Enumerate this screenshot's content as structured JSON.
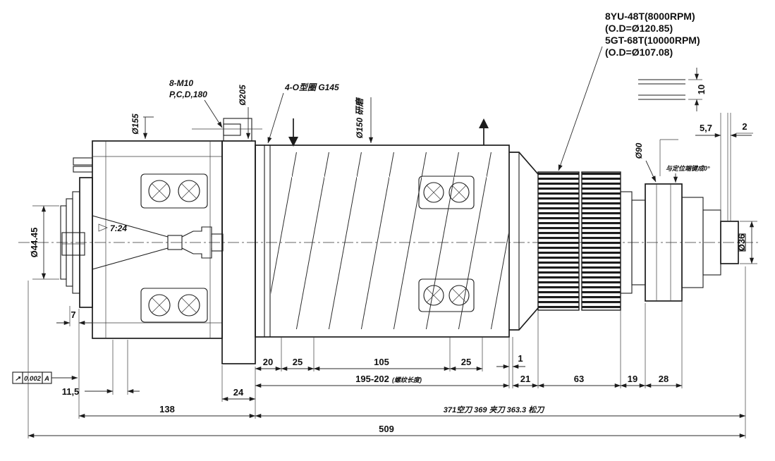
{
  "drawing": {
    "annotations": {
      "pulley_spec_1": "8YU-48T(8000RPM)",
      "pulley_spec_2": "(O.D=Ø120.85)",
      "pulley_spec_3": "5GT-68T(10000RPM)",
      "pulley_spec_4": "(O.D=Ø107.08)",
      "bolt_pattern_1": "8-M10",
      "bolt_pattern_2": "P,C,D,180",
      "oring_note": "4-O型圈 G145",
      "taper": "7:24",
      "key_alignment_note": "与定位端键成0°",
      "tool_state_lengths": "371空刀   369 夹刀   363.3 松刀"
    },
    "diameters": {
      "flange": "Ø205",
      "housing": "Ø155",
      "cartridge": "Ø150 研磨",
      "coupling": "Ø90",
      "tool_bore": "Ø44.45",
      "shaft_end": "Ø36"
    },
    "dimensions": {
      "d10": "10",
      "d5_7": "5,7",
      "d2": "2",
      "d7": "7",
      "d11_5": "11,5",
      "d20": "20",
      "d25a": "25",
      "d105": "105",
      "d25b": "25",
      "d1": "1",
      "d195": "195-202",
      "d195_note": "(螺纹长度)",
      "d21": "21",
      "d63": "63",
      "d19": "19",
      "d28": "28",
      "d24": "24",
      "d138": "138",
      "d509": "509"
    },
    "tolerance_frame": {
      "symbol": "↗",
      "value": "0.002",
      "datum": "A"
    },
    "colors": {
      "line": "#1c1c1c",
      "background": "#ffffff"
    }
  }
}
